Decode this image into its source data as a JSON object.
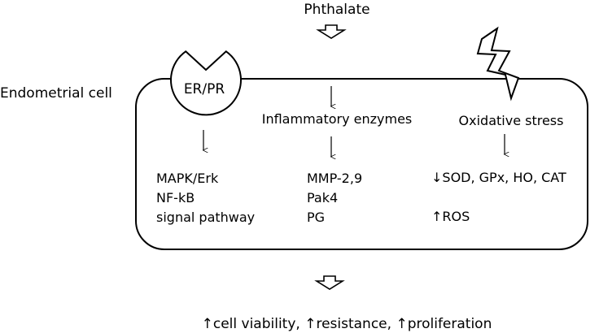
{
  "diagram": {
    "top_label": "Phthalate",
    "cell_label": "Endometrial cell",
    "receptor_label": "ER/PR",
    "columns": [
      {
        "header": "",
        "lines": [
          "MAPK/Erk",
          "NF-kB",
          "signal pathway"
        ]
      },
      {
        "header": "Inflammatory enzymes",
        "lines": [
          "MMP-2,9",
          "Pak4",
          "PG"
        ]
      },
      {
        "header": "Oxidative stress",
        "lines": [
          "↓SOD, GPx, HO, CAT",
          "↑ROS"
        ]
      }
    ],
    "outcome": "↑cell viability, ↑resistance, ↑proliferation",
    "icons": {
      "lightning": "lightning-bolt-icon",
      "hollow_arrow": "hollow-down-arrow-icon"
    }
  }
}
